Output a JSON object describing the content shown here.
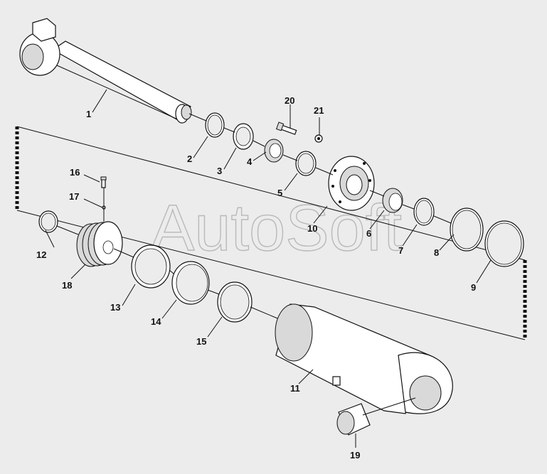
{
  "watermark": "AutoSoft",
  "callouts": {
    "c1": "1",
    "c2": "2",
    "c3": "3",
    "c4": "4",
    "c5": "5",
    "c6": "6",
    "c7": "7",
    "c8": "8",
    "c9": "9",
    "c10": "10",
    "c11": "11",
    "c12": "12",
    "c13": "13",
    "c14": "14",
    "c15": "15",
    "c16": "16",
    "c17": "17",
    "c18": "18",
    "c19": "19",
    "c20": "20",
    "c21": "21"
  },
  "colors": {
    "background": "#ececec",
    "ink": "#111111",
    "watermark": "#b9b9b9"
  }
}
